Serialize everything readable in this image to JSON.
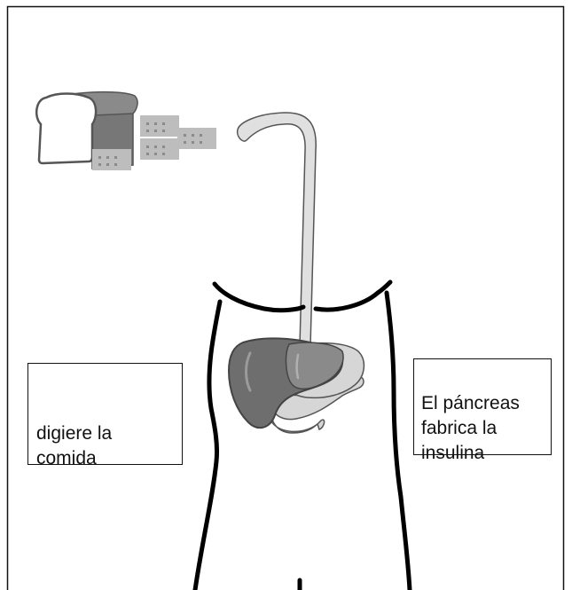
{
  "labels": {
    "digestion": "digiere la\ncomida",
    "pancreas": "El páncreas\nfabrica la\ninsulina"
  },
  "colors": {
    "outline": "#111111",
    "body_line": "#000000",
    "bread_crust": "#777777",
    "bread_slice": "#ffffff",
    "particle_fill": "#bdbdbd",
    "particle_dot": "#8a8a8a",
    "esophagus_fill": "#e0e0e0",
    "stomach_fill": "#d6d6d6",
    "liver_fill": "#6e6e6e",
    "liver_highlight": "#9b9b9b"
  },
  "icons": {
    "food": "bread-loaf-icon",
    "particles": "food-particles-icon",
    "body": "human-torso-outline",
    "organs": "digestive-organs-icon"
  }
}
